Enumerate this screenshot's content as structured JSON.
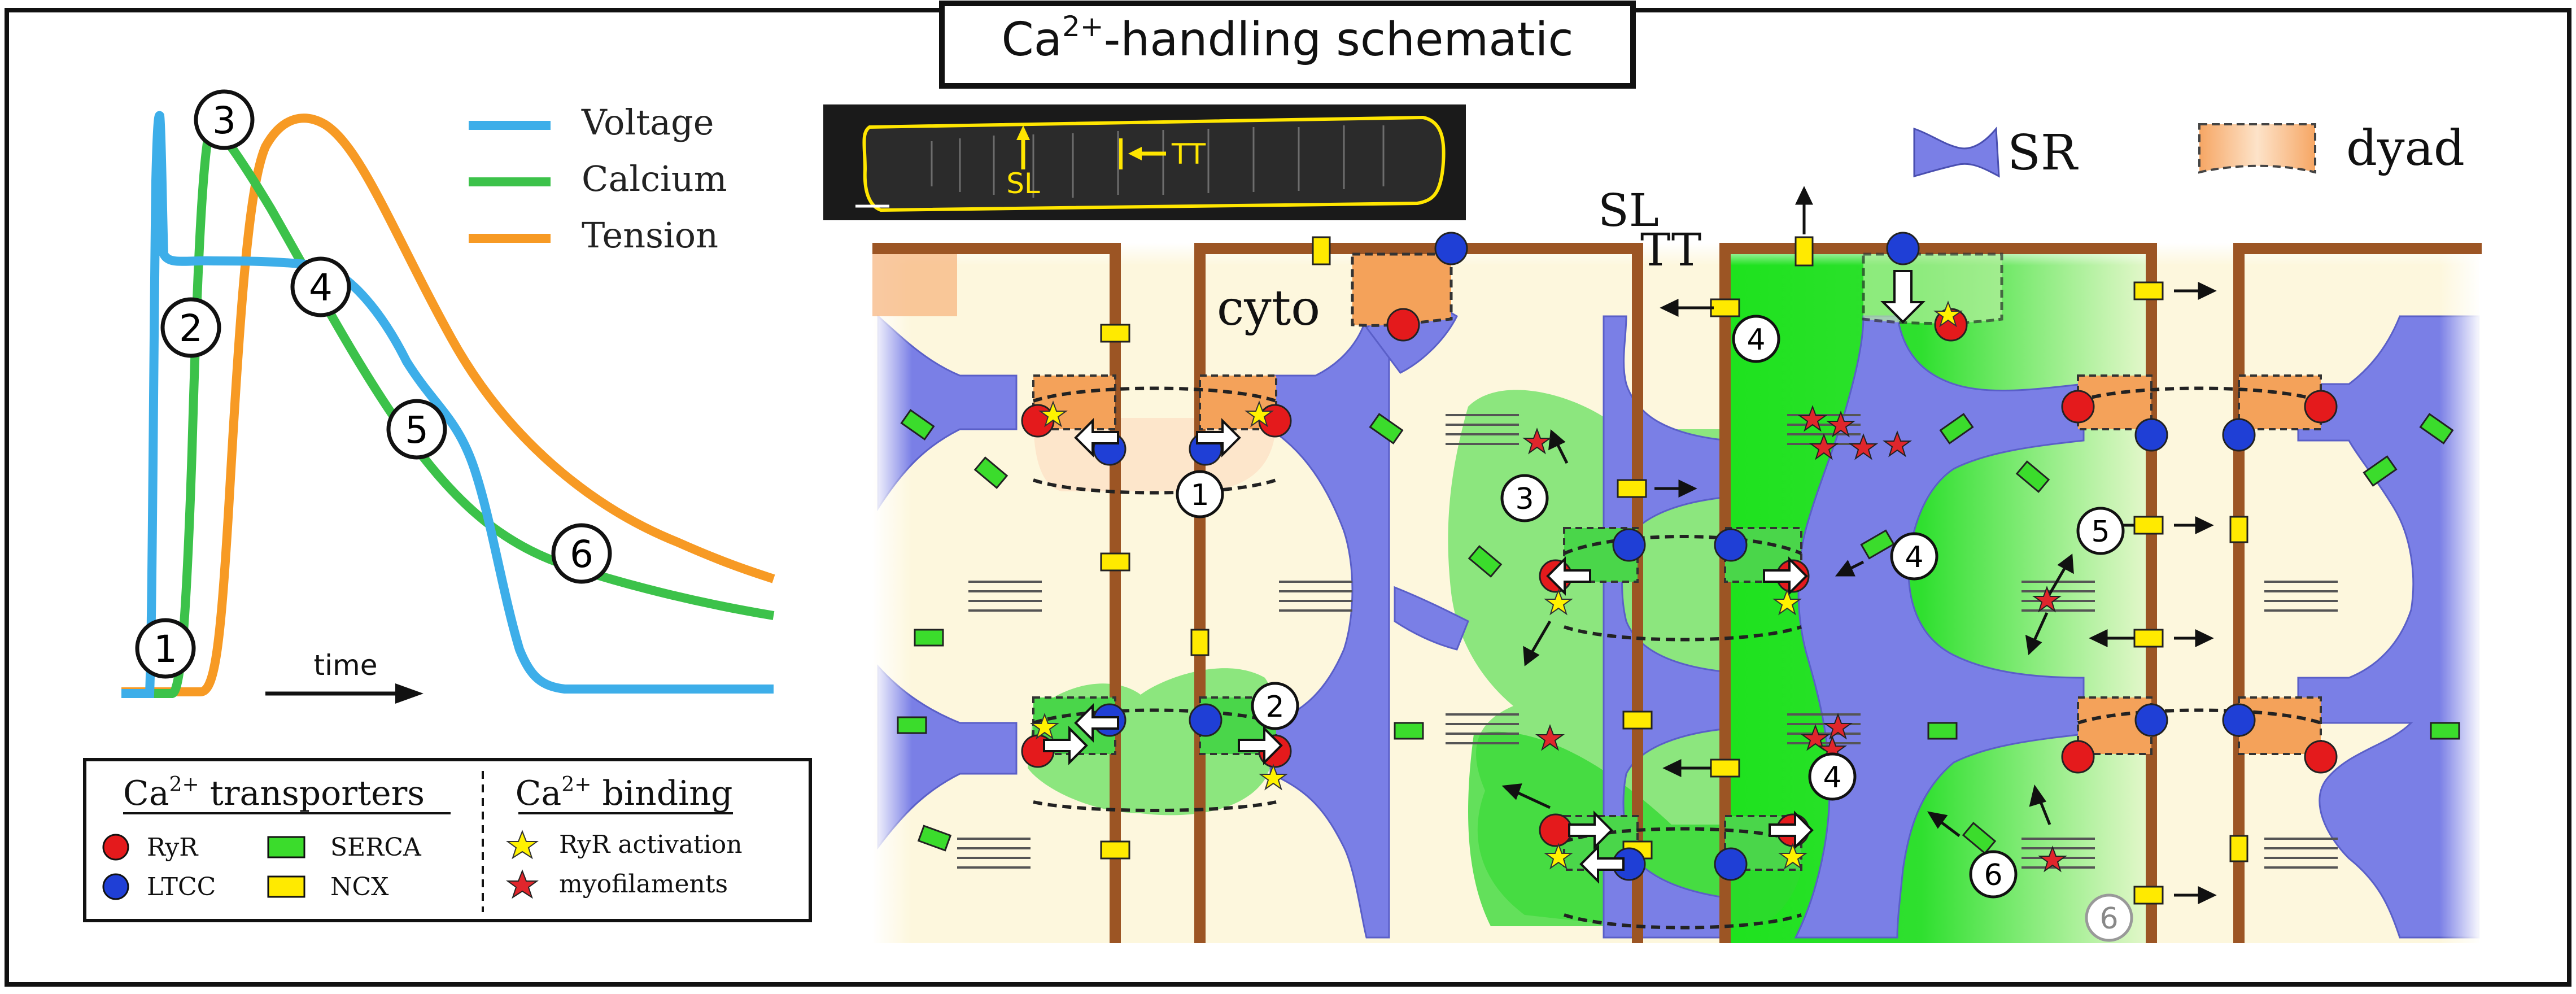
{
  "title": {
    "prefix": "Ca",
    "superscript": "2+",
    "suffix": "-handling schematic"
  },
  "traces": {
    "legend": [
      {
        "label": "Voltage",
        "color": "#3daee9"
      },
      {
        "label": "Calcium",
        "color": "#3cc24a"
      },
      {
        "label": "Tension",
        "color": "#f79a24"
      }
    ],
    "markers": [
      "1",
      "2",
      "3",
      "4",
      "5",
      "6"
    ],
    "time_label": "time"
  },
  "micrograph": {
    "sl_label": "SL",
    "tt_label": "TT"
  },
  "structure_legend": {
    "sr_label": "SR",
    "dyad_label": "dyad"
  },
  "region_labels": {
    "sl": "SL",
    "tt": "TT",
    "cyto": "cyto"
  },
  "step_badges": [
    "1",
    "2",
    "3",
    "4",
    "4",
    "4",
    "5",
    "6",
    "6"
  ],
  "key": {
    "transporters_title": {
      "prefix": "Ca",
      "superscript": "2+",
      "suffix": " transporters"
    },
    "binding_title": {
      "prefix": "Ca",
      "superscript": "2+",
      "suffix": " binding"
    },
    "items": {
      "ryr": {
        "label": "RyR",
        "color": "#e41a1c"
      },
      "ltcc": {
        "label": "LTCC",
        "color": "#1f3fd6"
      },
      "serca": {
        "label": "SERCA",
        "color": "#3bdc2c"
      },
      "ncx": {
        "label": "NCX",
        "color": "#ffea00"
      },
      "ryr_activation": {
        "label": "RyR activation",
        "color": "#fff200"
      },
      "myofilaments": {
        "label": "myofilaments",
        "color": "#e0262c"
      }
    }
  },
  "colors": {
    "sarcolemma": "#9c5524",
    "sr": "#7a7fe6",
    "cytosol": "#fdf7dd",
    "calcium_glow": "#2fd82f",
    "dyad": "#f7b27a"
  }
}
